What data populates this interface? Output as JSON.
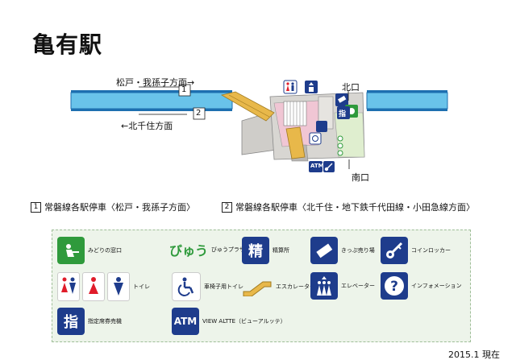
{
  "title": "亀有駅",
  "map": {
    "directions": {
      "upper": "松戸・我孫子方面→",
      "lower": "←北千住方面"
    },
    "platform_numbers": [
      "1",
      "2"
    ],
    "exits": {
      "north": "北口",
      "south": "南口"
    },
    "inline_icons": {
      "ticket_office": "指",
      "atm": "ATM",
      "elevator": "EV",
      "wheelchair": "wheelchair-icon"
    }
  },
  "routes": [
    {
      "num": "1",
      "text": "常磐線各駅停車〈松戸・我孫子方面〉"
    },
    {
      "num": "2",
      "text": "常磐線各駅停車〈北千住・地下鉄千代田線・小田急線方面〉"
    }
  ],
  "legend": {
    "midori": "みどりの窓口",
    "view_plaza_logo": "びゅう",
    "view_plaza": "びゅうプラザ",
    "seisan_icon": "精",
    "seisan": "精算所",
    "kippu": "きっぷ売り場",
    "coin": "コインロッカー",
    "toilet": "トイレ",
    "accessible_toilet": "車椅子用トイレ",
    "escalator": "エスカレーター",
    "elevator": "エレベーター",
    "info": "インフォメーション",
    "reserved_icon": "指",
    "reserved": "指定席券売機",
    "atm_icon": "ATM",
    "atm": "VIEW ALTTE（ビューアルッテ）"
  },
  "date": "2015.1 現在",
  "colors": {
    "platform": "#69c3ea",
    "track_line": "#1d6fb0",
    "concourse": "#d8d6d2",
    "pink_area": "#f0c6d4",
    "green_area": "#dfeecf",
    "escalator": "#e8b84a",
    "icon_blue": "#1e3c8c",
    "icon_green": "#2f9a3c"
  }
}
